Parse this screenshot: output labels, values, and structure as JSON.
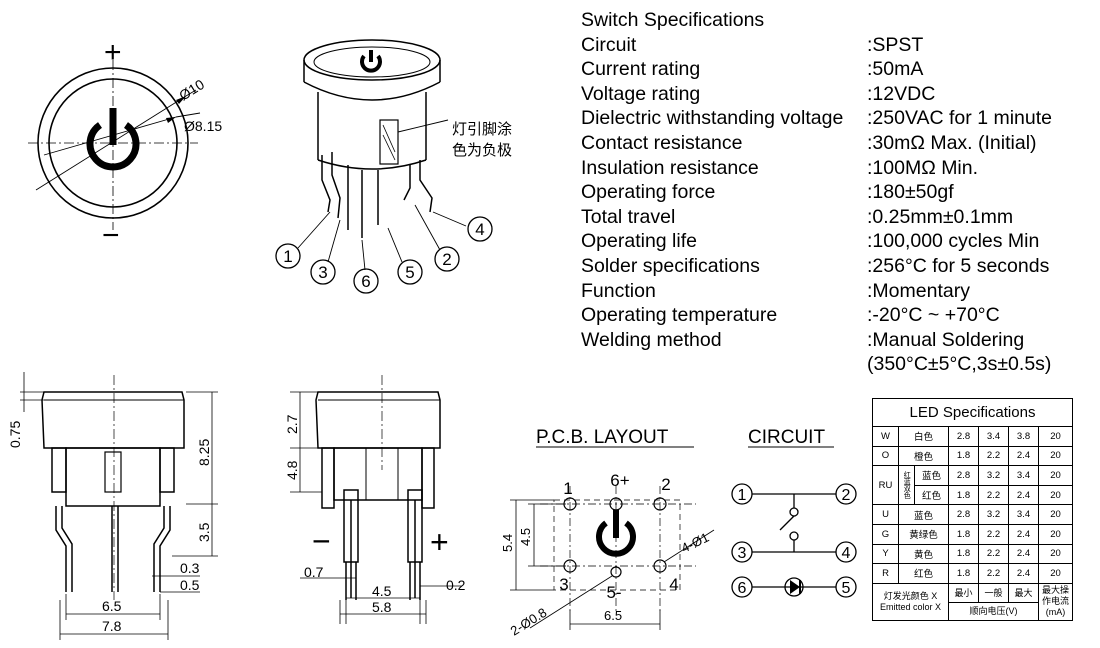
{
  "switch_specs": {
    "title": "Switch Specifications",
    "rows": [
      {
        "label": "Circuit",
        "value": ":SPST"
      },
      {
        "label": "Current rating",
        "value": ":50mA"
      },
      {
        "label": "Voltage rating",
        "value": ":12VDC"
      },
      {
        "label": "Dielectric withstanding voltage",
        "value": ":250VAC for 1 minute"
      },
      {
        "label": "Contact resistance",
        "value": ":30mΩ  Max. (Initial)"
      },
      {
        "label": "Insulation resistance",
        "value": ":100MΩ  Min."
      },
      {
        "label": "Operating force",
        "value": ":180±50gf"
      },
      {
        "label": "Total travel",
        "value": ":0.25mm±0.1mm"
      },
      {
        "label": "Operating life",
        "value": ":100,000 cycles Min"
      },
      {
        "label": "Solder specifications",
        "value": ":256°C for 5 seconds"
      },
      {
        "label": "Function",
        "value": ":Momentary"
      },
      {
        "label": "Operating temperature",
        "value": ":-20°C ~ +70°C"
      },
      {
        "label": "Welding method",
        "value": ":Manual Soldering"
      }
    ],
    "welding_note": "(350°C±5°C,3s±0.5s)"
  },
  "top_view": {
    "plus": "+",
    "minus": "−",
    "dim_outer": "Ø10",
    "dim_inner": "Ø8.15"
  },
  "iso_view": {
    "note_line1": "灯引脚涂",
    "note_line2": "色为负极",
    "pins": [
      "1",
      "3",
      "6",
      "5",
      "2",
      "4"
    ]
  },
  "side_view": {
    "dims": [
      "0.75",
      "8.25",
      "3.5",
      "0.3",
      "0.5",
      "6.5",
      "7.8"
    ]
  },
  "front_view": {
    "dims": [
      "2.7",
      "4.8",
      "0.7",
      "4.5",
      "5.8",
      "0.2"
    ],
    "minus": "−",
    "plus": "+"
  },
  "pcb": {
    "title": "P.C.B. LAYOUT",
    "pins": [
      "1",
      "6+",
      "2",
      "3",
      "5-",
      "4"
    ],
    "dims": [
      "5.4",
      "4.5",
      "4-Ø1",
      "2-Ø0.8",
      "6.5"
    ]
  },
  "circuit": {
    "title": "CIRCUIT",
    "nodes": [
      "1",
      "2",
      "3",
      "4",
      "6",
      "5"
    ]
  },
  "led_specs": {
    "title": "LED Specifications",
    "rows": [
      {
        "code": "W",
        "color": "白色",
        "min": "2.8",
        "typ": "3.4",
        "max": "3.8",
        "current": "20"
      },
      {
        "code": "O",
        "color": "橙色",
        "min": "1.8",
        "typ": "2.2",
        "max": "2.4",
        "current": "20"
      },
      {
        "code": "RU",
        "sub_label": "红蓝双色",
        "color": "蓝色",
        "min": "2.8",
        "typ": "3.2",
        "max": "3.4",
        "current": "20"
      },
      {
        "code": "",
        "color": "红色",
        "min": "1.8",
        "typ": "2.2",
        "max": "2.4",
        "current": "20"
      },
      {
        "code": "U",
        "color": "蓝色",
        "min": "2.8",
        "typ": "3.2",
        "max": "3.4",
        "current": "20"
      },
      {
        "code": "G",
        "color": "黄绿色",
        "min": "1.8",
        "typ": "2.2",
        "max": "2.4",
        "current": "20"
      },
      {
        "code": "Y",
        "color": "黄色",
        "min": "1.8",
        "typ": "2.2",
        "max": "2.4",
        "current": "20"
      },
      {
        "code": "R",
        "color": "红色",
        "min": "1.8",
        "typ": "2.2",
        "max": "2.4",
        "current": "20"
      }
    ],
    "footer": {
      "emit_cn": "灯发光颜色 X",
      "emit_en": "Emitted color X",
      "min": "最小",
      "typ": "一般",
      "max": "最大",
      "forward_voltage": "顺向电压(V)",
      "max_current": "最大操作电流(mA)"
    }
  }
}
